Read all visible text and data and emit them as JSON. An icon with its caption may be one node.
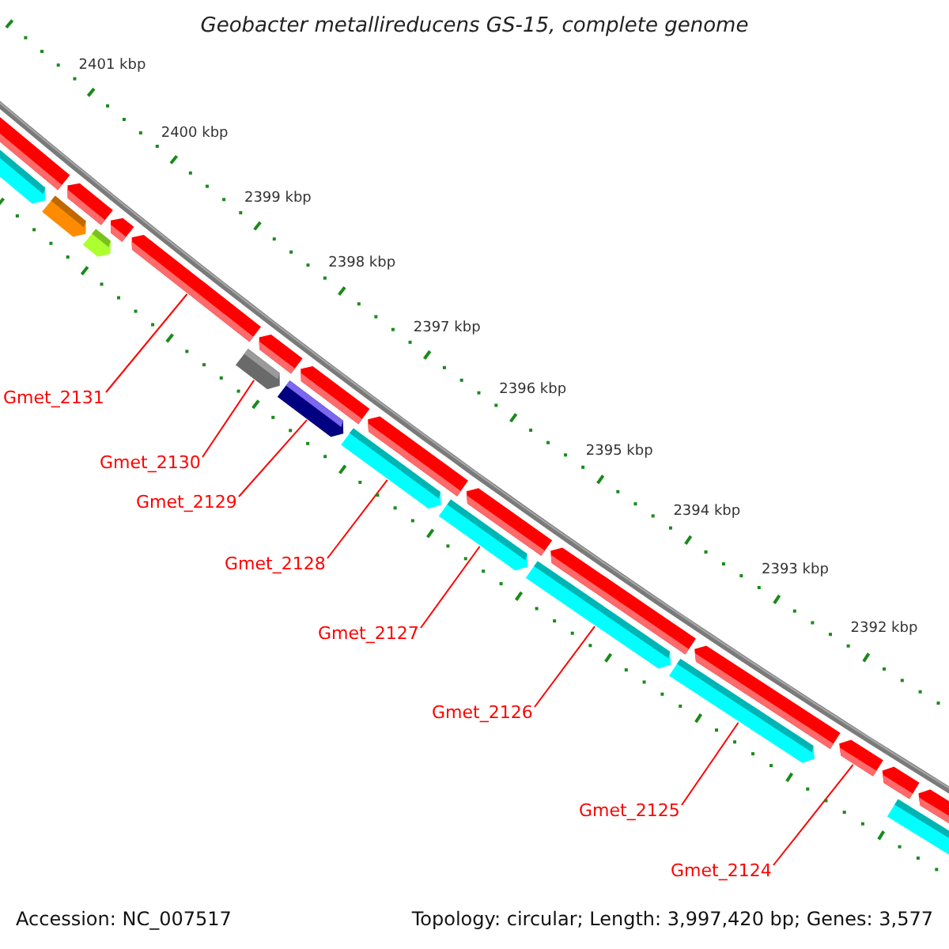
{
  "diagram": {
    "title": "Geobacter metallireducens GS-15, complete genome",
    "nodes": [
      {
        "text": [
          "Gmet_2131"
        ]
      },
      {
        "text": [
          "Gmet_2130"
        ]
      },
      {
        "text": [
          "Gmet_2129"
        ]
      },
      {
        "text": [
          "Gmet_2128"
        ]
      },
      {
        "text": [
          "Gmet_2127"
        ]
      },
      {
        "text": [
          "Gmet_2126"
        ]
      },
      {
        "text": [
          "Gmet_2125"
        ]
      },
      {
        "text": [
          "Gmet_2124"
        ]
      },
      {
        "text": [],
        "shape": "bar"
      },
      {
        "text": [],
        "shape": "bar"
      },
      {
        "text": [],
        "shape": "bar"
      },
      {
        "text": [],
        "shape": "bar"
      },
      {
        "text": [],
        "shape": "bar"
      },
      {
        "text": [],
        "shape": "bar"
      },
      {
        "text": [],
        "shape": "bar"
      },
      {
        "text": [],
        "shape": "bar"
      },
      {
        "text": [],
        "shape": "bar"
      },
      {
        "text": [],
        "shape": "bar"
      },
      {
        "text": [],
        "shape": "bar"
      },
      {
        "text": [],
        "shape": "bar"
      },
      {
        "text": [],
        "shape": "bar"
      },
      {
        "text": [],
        "shape": "bar"
      },
      {
        "text": [],
        "shape": "bar"
      },
      {
        "text": [],
        "shape": "bar"
      },
      {
        "text": [],
        "shape": "bar"
      },
      {
        "text": [],
        "shape": "bar"
      },
      {
        "text": [],
        "shape": "bar"
      },
      {
        "text": [],
        "shape": "bar"
      },
      {
        "text": [],
        "shape": "bar"
      },
      {
        "text": [],
        "shape": "bar"
      },
      {
        "text": [],
        "shape": "bar"
      }
    ],
    "edges": [
      {
        "from": 0,
        "to": 11,
        "arrow": "none"
      },
      {
        "from": 1,
        "to": 24,
        "arrow": "none"
      },
      {
        "from": 2,
        "to": 25,
        "arrow": "none"
      },
      {
        "from": 3,
        "to": 26,
        "arrow": "none"
      },
      {
        "from": 4,
        "to": 27,
        "arrow": "none"
      },
      {
        "from": 5,
        "to": 28,
        "arrow": "none"
      },
      {
        "from": 6,
        "to": 29,
        "arrow": "none"
      },
      {
        "from": 7,
        "to": 18,
        "arrow": "none"
      }
    ],
    "labels": [
      "2401 kbp",
      "2400 kbp",
      "2399 kbp",
      "2398 kbp",
      "2397 kbp",
      "2396 kbp",
      "2395 kbp",
      "2394 kbp",
      "2393 kbp",
      "2392 kbp",
      "Accession: NC_007517",
      "Topology: circular; Length: 3,997,420 bp; Genes: 3,577"
    ]
  }
}
